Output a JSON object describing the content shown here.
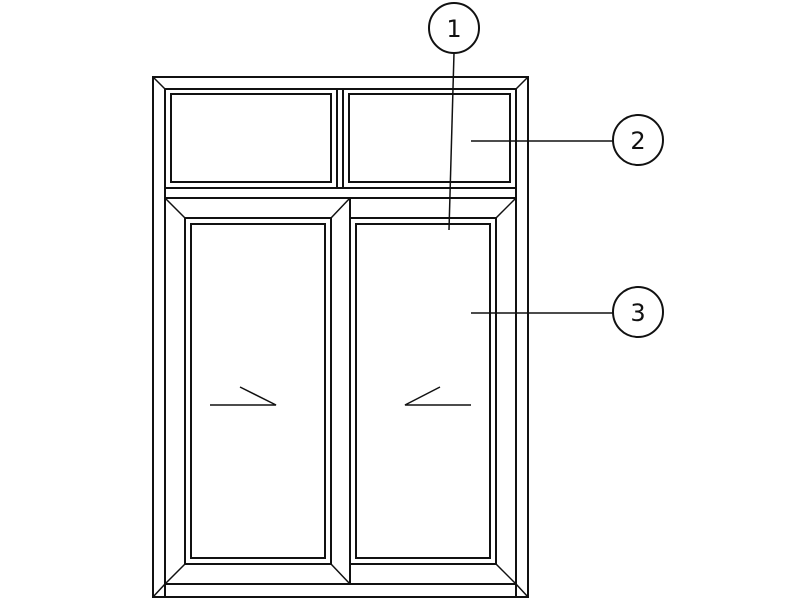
{
  "diagram": {
    "callouts": [
      {
        "label": "1"
      },
      {
        "label": "2"
      },
      {
        "label": "3"
      }
    ],
    "colors": {
      "line": "#111111",
      "background": "#ffffff"
    }
  }
}
